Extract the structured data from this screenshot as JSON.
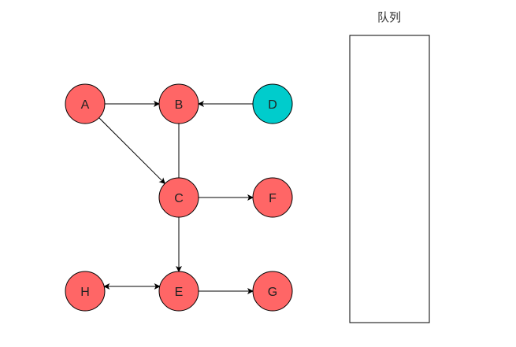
{
  "colors": {
    "visited": "#ff6666",
    "current": "#00cccc",
    "stroke": "#000000",
    "edge": "#000000"
  },
  "nodes": [
    {
      "id": "A",
      "label": "A",
      "state": "visited"
    },
    {
      "id": "B",
      "label": "B",
      "state": "visited"
    },
    {
      "id": "D",
      "label": "D",
      "state": "current"
    },
    {
      "id": "C",
      "label": "C",
      "state": "visited"
    },
    {
      "id": "F",
      "label": "F",
      "state": "visited"
    },
    {
      "id": "H",
      "label": "H",
      "state": "visited"
    },
    {
      "id": "E",
      "label": "E",
      "state": "visited"
    },
    {
      "id": "G",
      "label": "G",
      "state": "visited"
    }
  ],
  "edges": [
    {
      "from": "A",
      "to": "B",
      "directed": true
    },
    {
      "from": "A",
      "to": "C",
      "directed": true
    },
    {
      "from": "D",
      "to": "B",
      "directed": true
    },
    {
      "from": "B",
      "to": "C",
      "directed": false
    },
    {
      "from": "C",
      "to": "F",
      "directed": true
    },
    {
      "from": "C",
      "to": "E",
      "directed": true
    },
    {
      "from": "H",
      "to": "E",
      "directed": true
    },
    {
      "from": "E",
      "to": "H",
      "directed": true
    },
    {
      "from": "E",
      "to": "G",
      "directed": true
    }
  ],
  "queue": {
    "title": "队列",
    "items": []
  }
}
